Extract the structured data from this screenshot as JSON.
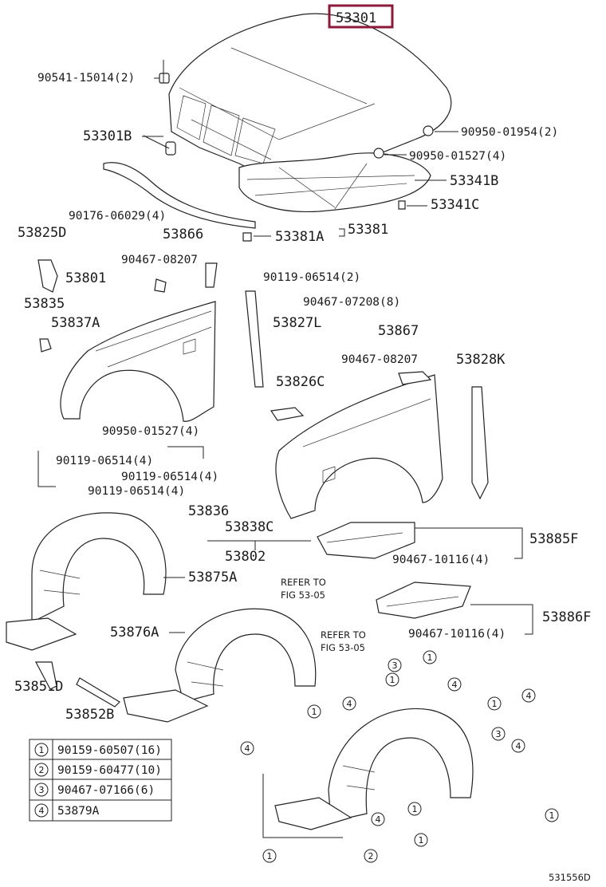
{
  "highlight": {
    "part": "53301",
    "color": "#8b1a3a"
  },
  "labels": {
    "l_53301": "53301",
    "l_90541": "90541-15014(2)",
    "l_53301B": "53301B",
    "l_90950_954": "90950-01954(2)",
    "l_90950_527a": "90950-01527(4)",
    "l_53341B": "53341B",
    "l_53341C": "53341C",
    "l_90176": "90176-06029(4)",
    "l_53825D": "53825D",
    "l_53866": "53866",
    "l_53381A": "53381A",
    "l_53381": "53381",
    "l_90467_8207a": "90467-08207",
    "l_53801": "53801",
    "l_90119_2": "90119-06514(2)",
    "l_90467_7208": "90467-07208(8)",
    "l_53835": "53835",
    "l_53837A": "53837A",
    "l_53827L": "53827L",
    "l_53867": "53867",
    "l_90467_8207b": "90467-08207",
    "l_53828K": "53828K",
    "l_53826C": "53826C",
    "l_90950_527b": "90950-01527(4)",
    "l_90119_4a": "90119-06514(4)",
    "l_90119_4b": "90119-06514(4)",
    "l_90119_4c": "90119-06514(4)",
    "l_53836": "53836",
    "l_53838C": "53838C",
    "l_53802": "53802",
    "l_53885F": "53885F",
    "l_90467_10116a": "90467-10116(4)",
    "l_53875A": "53875A",
    "l_refer1a": "REFER TO",
    "l_refer1b": "FIG 53-05",
    "l_53876A": "53876A",
    "l_53886F": "53886F",
    "l_refer2a": "REFER TO",
    "l_refer2b": "FIG 53-05",
    "l_90467_10116b": "90467-10116(4)",
    "l_53851D": "53851D",
    "l_53852B": "53852B",
    "l_fig": "531556D"
  },
  "legend": [
    {
      "num": "1",
      "text": "90159-60507(16)"
    },
    {
      "num": "2",
      "text": "90159-60477(10)"
    },
    {
      "num": "3",
      "text": "90467-07166(6)"
    },
    {
      "num": "4",
      "text": "53879A"
    }
  ],
  "callouts": [
    "1",
    "2",
    "3",
    "4"
  ]
}
